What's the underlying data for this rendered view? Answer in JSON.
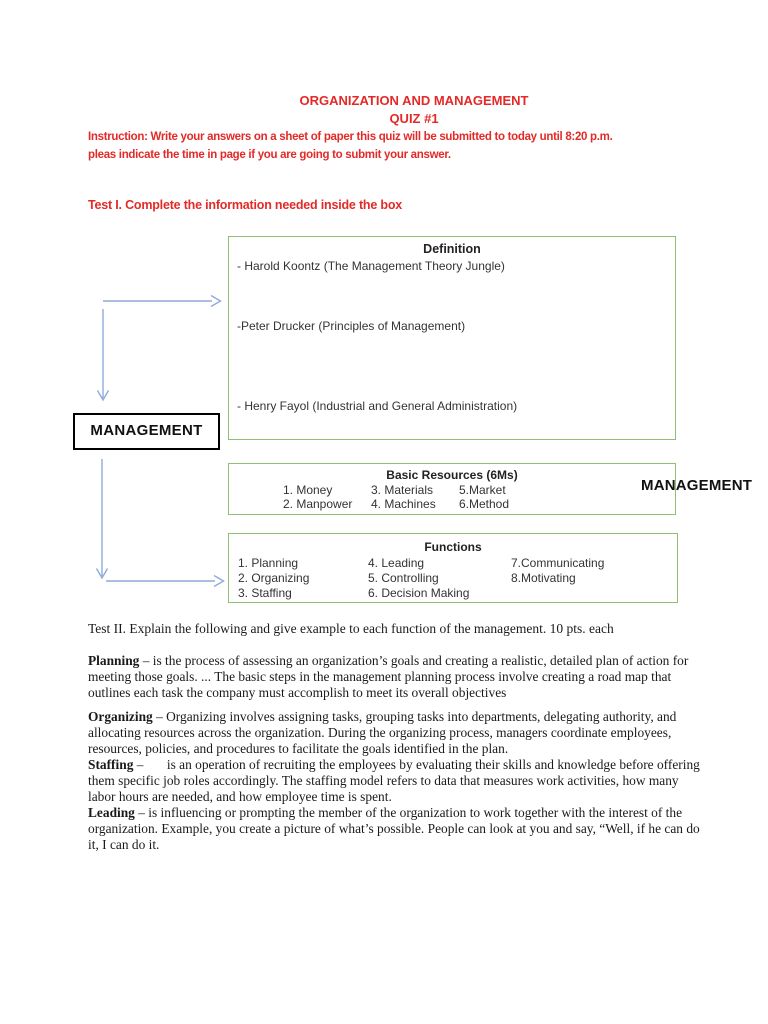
{
  "colors": {
    "accent_red": "#e32a28",
    "box_green": "#8fbf73",
    "arrow_blue": "#8faadc"
  },
  "header": {
    "title": "ORGANIZATION AND MANAGEMENT",
    "quiz_number": "QUIZ #1",
    "instruction_lines": [
      "Instruction: Write your answers on a sheet of paper this quiz will be submitted to today until 8:20 p.m.",
      "pleas indicate the time in page if you are going to submit your answer."
    ],
    "test1_heading": "Test I. Complete the information needed inside the box"
  },
  "diagram": {
    "management_label": "MANAGEMENT",
    "management_label_right": "MANAGEMENT",
    "definition_box": {
      "title": "Definition",
      "items": [
        "- Harold Koontz (The Management Theory Jungle)",
        "-Peter Drucker (Principles of Management)",
        "- Henry Fayol (Industrial and General Administration)"
      ]
    },
    "resources_box": {
      "title": "Basic Resources (6Ms)",
      "columns": [
        [
          "1.  Money",
          "2.  Manpower"
        ],
        [
          "3.  Materials",
          "4. Machines"
        ],
        [
          "5.Market",
          "6.Method"
        ]
      ]
    },
    "functions_box": {
      "title": "Functions",
      "columns": [
        [
          "1. Planning",
          "2. Organizing",
          "3. Staffing"
        ],
        [
          "4. Leading",
          "5. Controlling",
          "6.  Decision Making"
        ],
        [
          "7.Communicating",
          "8.Motivating"
        ]
      ]
    }
  },
  "test2": {
    "heading": "Test II. Explain the following and give example to each function of the management. 10 pts. each",
    "paragraphs": [
      {
        "term": "Planning",
        "text": " – is the process of assessing an organization’s goals and creating a realistic, detailed plan of action for meeting those goals. ... The basic steps in the management planning process involve creating a road map that outlines each task the company must accomplish to meet its overall objectives"
      },
      {
        "term": "Organizing",
        "text": " – Organizing involves assigning tasks, grouping tasks into departments, delegating authority, and allocating resources across the organization. During the organizing process, managers coordinate employees, resources, policies, and procedures to facilitate the goals identified in the plan."
      },
      {
        "term": "Staffing",
        "text": " –       is an operation of recruiting the employees by evaluating their skills and knowledge before offering them specific job roles accordingly. The staffing model refers to data that measures work activities, how many labor hours are needed, and how employee time is spent."
      },
      {
        "term": "Leading",
        "text": " – is influencing or prompting the member of the organization to work together with the interest of the organization. Example, you create a picture of what’s possible. People can look at you and say, “Well, if he can do it, I can do it."
      }
    ]
  }
}
